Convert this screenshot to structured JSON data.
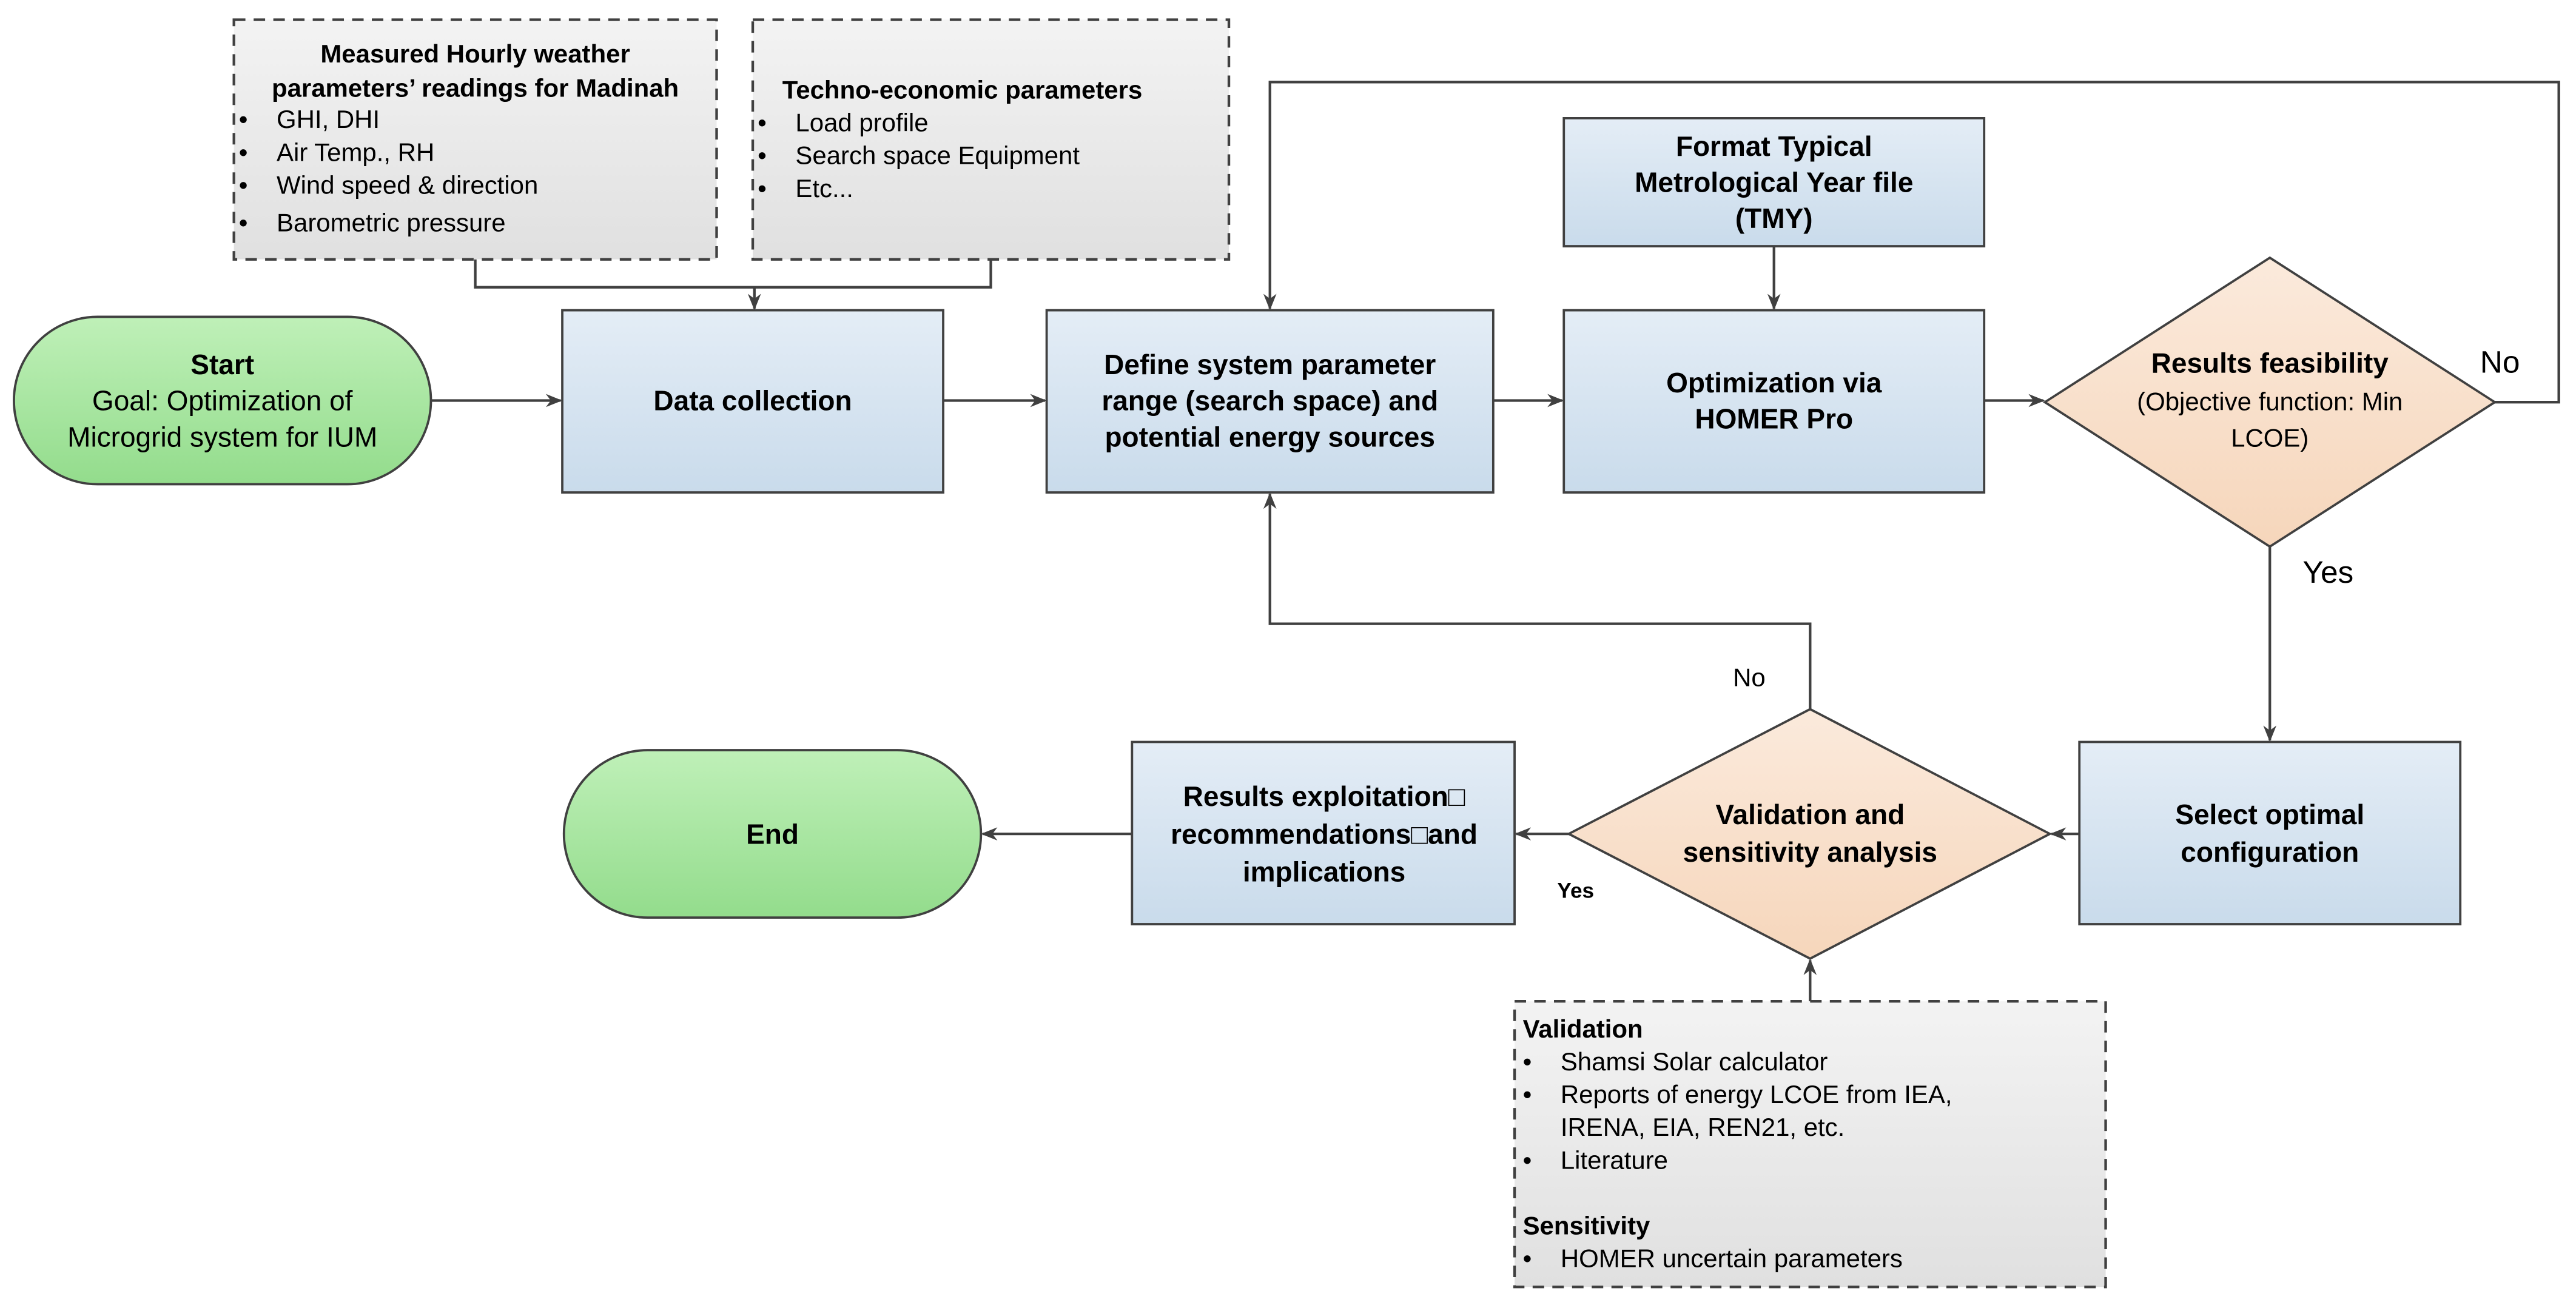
{
  "colors": {
    "process_fill": "#d4e3f0",
    "decision_fill": "#f8dcc4",
    "terminal_fill": "#a8e4a0",
    "note_fill": "#e6e6e6",
    "stroke": "#404040"
  },
  "weather_box": {
    "title": [
      "Measured Hourly weather",
      "parameters’ readings for Madinah"
    ],
    "items": [
      "GHI, DHI",
      "Air Temp., RH",
      "Wind speed & direction",
      "Barometric pressure"
    ]
  },
  "techno_box": {
    "title": "Techno-economic parameters",
    "items": [
      "Load profile",
      "Search space Equipment",
      "Etc..."
    ]
  },
  "start": {
    "title": "Start",
    "lines": [
      "Goal: Optimization of",
      "Microgrid system for IUM"
    ]
  },
  "data_collection": "Data collection",
  "define": [
    "Define system parameter",
    "range (search space) and",
    "potential energy sources"
  ],
  "tmy": [
    "Format Typical",
    "Metrological Year file",
    "(TMY)"
  ],
  "optimization": [
    "Optimization via",
    "HOMER Pro"
  ],
  "feasibility": {
    "title": "Results feasibility",
    "lines": [
      "(Objective function: Min",
      "LCOE)"
    ]
  },
  "labels": {
    "no_top": "No",
    "yes_right": "Yes",
    "no_mid": "No",
    "yes_bottom": "Yes"
  },
  "select": [
    "Select optimal",
    "configuration"
  ],
  "validation_decision": [
    "Validation and",
    "sensitivity analysis"
  ],
  "results": [
    "Results exploitation□",
    "recommendations□and",
    "implications"
  ],
  "end": "End",
  "validation_box": {
    "validation_title": "Validation",
    "validation_items": [
      [
        "Shamsi Solar calculator"
      ],
      [
        "Reports of energy LCOE from IEA,",
        "IRENA, EIA, REN21, etc."
      ],
      [
        "Literature"
      ]
    ],
    "sensitivity_title": "Sensitivity",
    "sensitivity_items": [
      "HOMER uncertain parameters"
    ]
  }
}
